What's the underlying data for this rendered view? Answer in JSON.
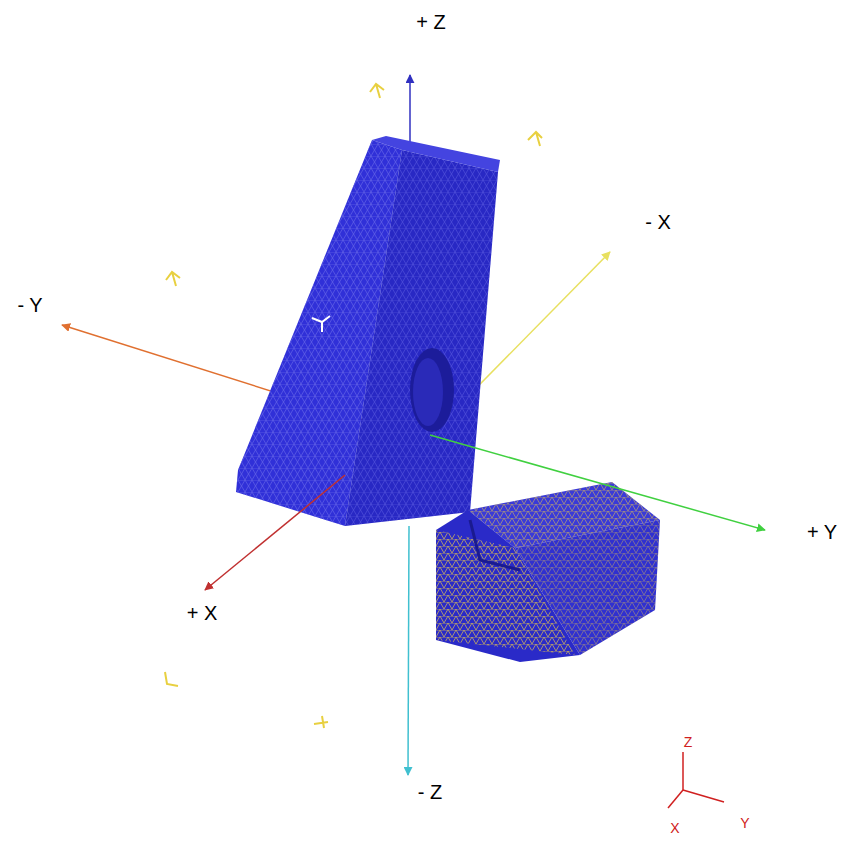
{
  "diagram": {
    "labels": [
      "+ Z",
      "- X",
      "- Y",
      "+ Y",
      "+ X",
      "- Z",
      "Z",
      "X",
      "Y"
    ]
  }
}
